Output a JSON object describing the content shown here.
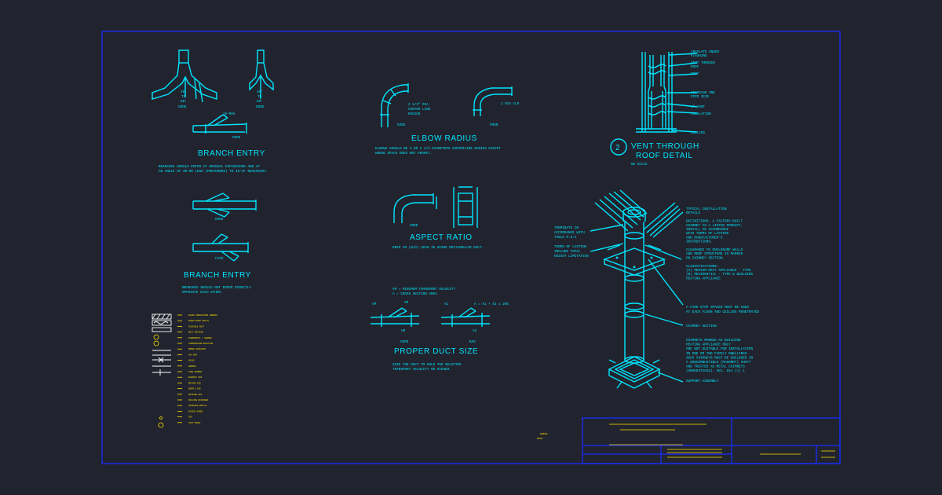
{
  "branch_entry_top": {
    "title": "BRANCH ENTRY",
    "note_line1": "BRANCHES SHOULD ENTER AT GRADUAL EXPANSIONS AND AT",
    "note_line2": "AN ANGLE OF 30°OR LESS (PREFERRED) TO 45°IF NECESSARY.",
    "left_angle": "30°",
    "left_to": "TO",
    "left_angle2": "60°",
    "left_rating": "GOOD",
    "right_angle": "30°",
    "right_to": "TO",
    "right_angle2": "60°",
    "right_rating": "GOOD",
    "max_label": "15°MAX",
    "lateral_rating": "GOOD"
  },
  "branch_entry_bottom": {
    "title": "BRANCH ENTRY",
    "note_line1": "BRANCHES SHOULD NOT ENTER DIRECTLY",
    "note_line2": "OPPOSITE EACH OTHER.",
    "upper_rating": "GOOD",
    "lower_rating": "FAIR"
  },
  "elbow_radius": {
    "title": "ELBOW RADIUS",
    "note_line1": "ELBOWS SHOULD BE 2 OR 2 1/2 DIAMETERS CENTERLINE RADIUS EXCEPT",
    "note_line2": "WHERE SPACE DOES NOT PERMIT.",
    "good_label1": "2 1/2\" DIA",
    "good_label2": "CENTER LINE",
    "good_label3": "RADIUS",
    "good_rating": "GOOD",
    "poor_label": "2 DIA CLR",
    "poor_rating": "POOR"
  },
  "aspect_ratio": {
    "title": "ASPECT RATIO",
    "note": "KEEP AR (W/D) HIGH IN USING RECTANGULAR DUCT.",
    "good_rating": "GOOD"
  },
  "proper_duct_size": {
    "title": "PROPER DUCT SIZE",
    "def_line1": "VM = MINIMUM TRANSPORT VELOCITY",
    "def_line2": "A = CROSS SECTION AREA",
    "note_line1": "SIZE THE DUCT TO HOLD THE SELECTED",
    "note_line2": "TRANSPORT VELOCITY OR HIGHER.",
    "vm1": "VM",
    "vm2": "VM",
    "vm3": "VM",
    "a1": "A1",
    "formula": "A = A1 + A2 ± 20%",
    "a2": "A2",
    "good_rating": "GOOD",
    "bad_rating": "BAD"
  },
  "vent_through_roof": {
    "number": "2",
    "title_line1": "VENT THROUGH",
    "title_line2": "ROOF DETAIL",
    "scale": "NO SCALE",
    "callouts": [
      "INSULATE UNDER",
      "FLASHING",
      "VENT THROUGH",
      "ROOF",
      "ROOF",
      "INCREASE ONE",
      "PIPE SIZE",
      "4\" VENT",
      "INSULATION",
      "CEILING"
    ]
  },
  "chimney": {
    "left_notes": [
      "TERMINATE IN",
      "ACCORDANCE WITH",
      "TABLE M.8-C",
      "",
      "TERMS OF LISTING",
      "INCLUDE TOTAL",
      "HEIGHT LIMITATION"
    ],
    "right_notes": [
      "TYPICAL INSTALLATION",
      "DETAILS",
      "",
      "DEFINITIONS: A FACTORY-BUILT",
      "CHIMNEY IS A LISTED PRODUCT,",
      "INSTALL IN ACCORDANCE",
      "WITH TERMS OF LISTING",
      "AND MANUFACTURER'S",
      "INSTRUCTIONS.",
      "",
      "CLEARANCE TO ENCLOSURE WALLS",
      "AND ROOF STRUCTURE IS MARKED",
      "ON CHIMNEY SECTION.",
      "",
      "CLASSIFICATIONS:",
      "(A) MEDIUM-HEAT APPLIANCE - TYPE",
      "(B) RESIDENTIAL - TYPE & BUILDING",
      "HEATING APPLIANCE"
    ],
    "firestop_line1": "A FIRE-STOP SPACER MUST BE USED",
    "firestop_line2": "AT EACH FLOOR AND CEILING PENETRATED",
    "section_label": "CHIMNEY SECTION",
    "lower_notes": [
      "CHIMNEYS MARKED AS BUILDING",
      "HEATING APPLIANCE ONLY",
      "ARE NOT SUITABLE FOR INSTALLATION",
      "IN ONE OR TWO FAMILY DWELLINGS.",
      "SUCH CHIMNEYS MUST BE ENCLOSED IN",
      "A NONCOMBUSTIBLE (MASONRY) SHAFT",
      "AND TREATED AS METAL CHIMNEYS",
      "(SMOKESTACKS). SEC. 914 (c) 1"
    ],
    "support_label": "SUPPORT ASSEMBLY"
  },
  "legend": {
    "rows": [
      "RIGID INSULATION (BOARD)",
      "INSULATION (BATT)",
      "FLEXIBLE DUCT",
      "DUCT SECTION",
      "THERMOSTAT / SENSOR",
      "TEMPERATURE DETECTOR",
      "SMOKE DETECTOR",
      "VAV BOX",
      "VALVE",
      "DAMPER",
      "FIRE DAMPER",
      "EXHAUST AIR",
      "RETURN AIR",
      "SUPPLY AIR",
      "OUTSIDE AIR",
      "CEILING DIFFUSER",
      "TRANSFER GRILLE",
      "ACCESS PANEL",
      "CAP",
      "TEST POINT"
    ]
  },
  "sheet_notes": {
    "center_line1": "GENERAL",
    "center_line2": "NOTES"
  }
}
